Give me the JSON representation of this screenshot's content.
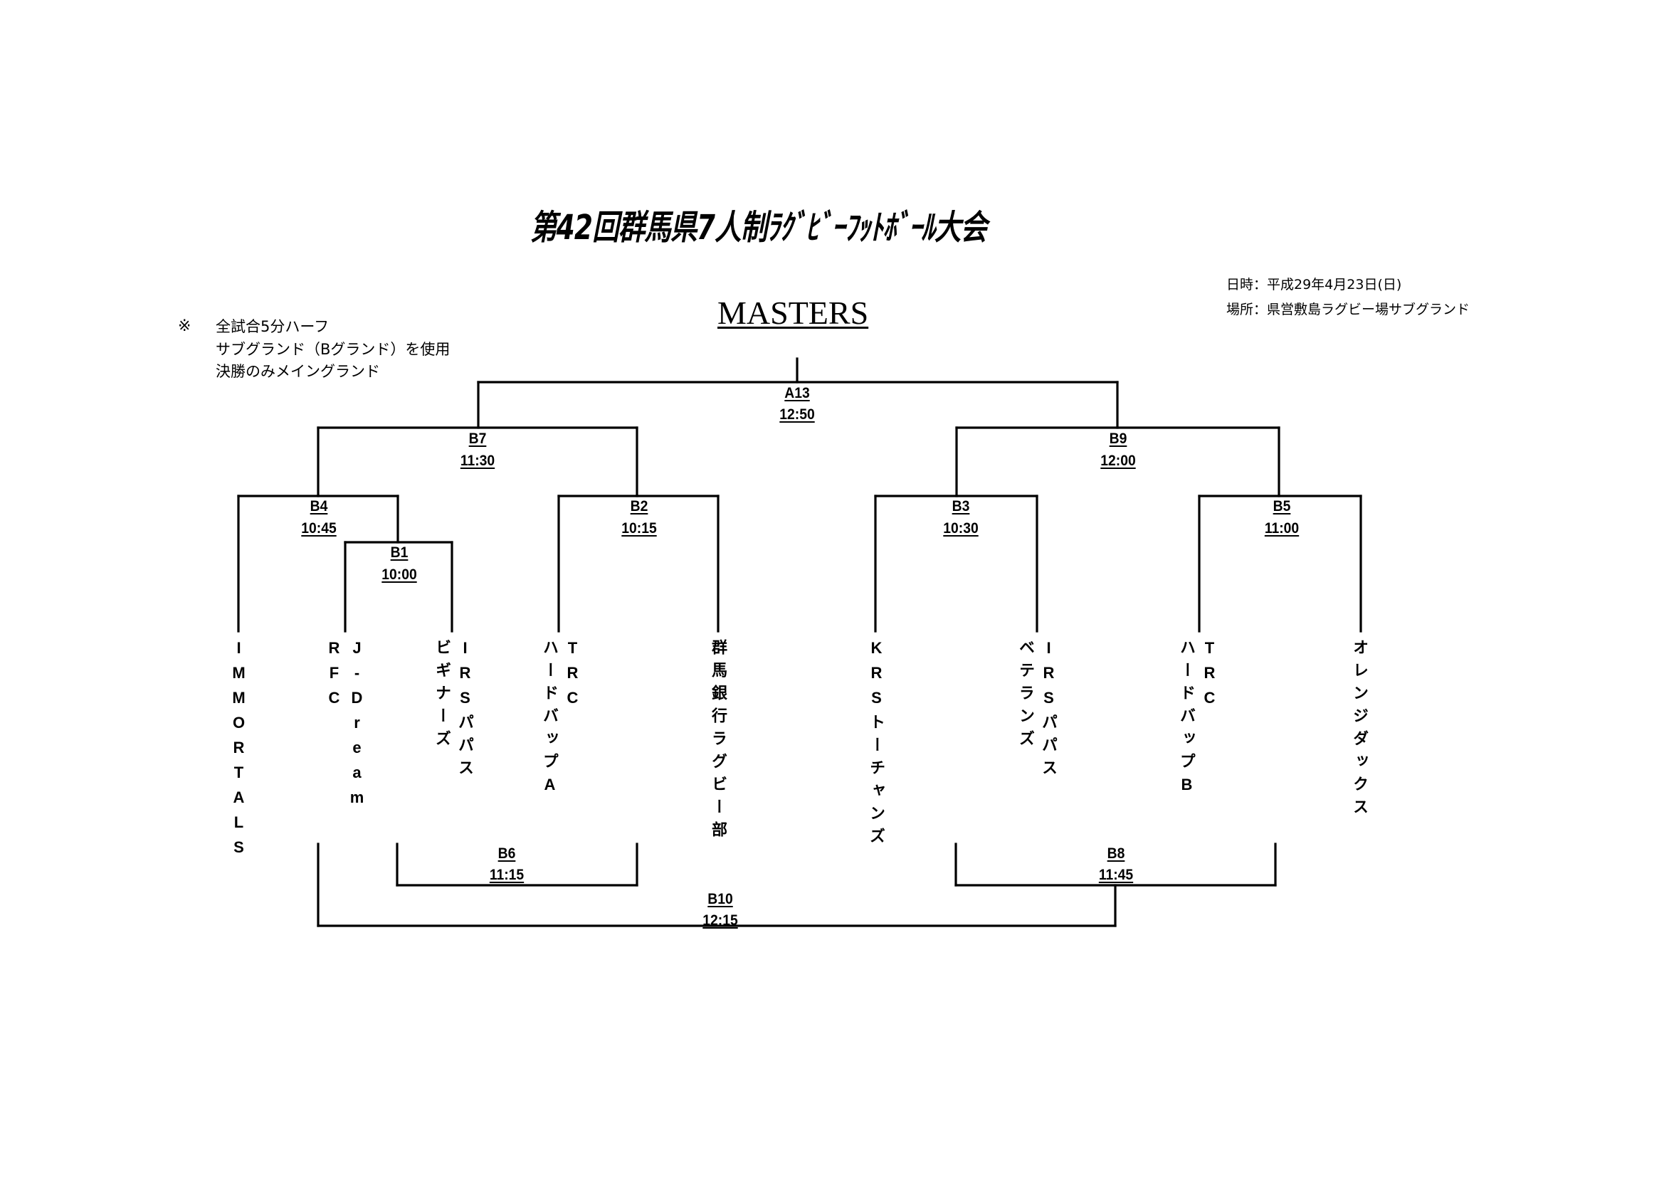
{
  "title": "第42回群馬県7人制ﾗｸﾞﾋﾞｰﾌｯﾄﾎﾞｰﾙ大会",
  "category": "MASTERS",
  "info": {
    "date": "日時：平成29年4月23日(日)",
    "venue": "場所：県営敷島ラグビー場サブグランド"
  },
  "notes": {
    "mark": "※",
    "lines": [
      "全試合5分ハーフ",
      "サブグランド（Bグランド）を使用",
      "決勝のみメイングランド"
    ]
  },
  "matches": {
    "A13": {
      "id": "A13",
      "time": "12:50"
    },
    "B7": {
      "id": "B7",
      "time": "11:30"
    },
    "B9": {
      "id": "B9",
      "time": "12:00"
    },
    "B4": {
      "id": "B4",
      "time": "10:45"
    },
    "B1": {
      "id": "B1",
      "time": "10:00"
    },
    "B2": {
      "id": "B2",
      "time": "10:15"
    },
    "B3": {
      "id": "B3",
      "time": "10:30"
    },
    "B5": {
      "id": "B5",
      "time": "11:00"
    },
    "B6": {
      "id": "B6",
      "time": "11:15"
    },
    "B8": {
      "id": "B8",
      "time": "11:45"
    },
    "B10": {
      "id": "B10",
      "time": "12:15"
    }
  },
  "teams": [
    {
      "lines": [
        "IMMORTALS"
      ]
    },
    {
      "lines": [
        "J-Dream",
        "RFC"
      ]
    },
    {
      "lines": [
        "IRSパパス",
        "ビギナーズ"
      ]
    },
    {
      "lines": [
        "TRC",
        "ハードバップA"
      ]
    },
    {
      "lines": [
        "群馬銀行ラグビー部"
      ]
    },
    {
      "lines": [
        "KRSトーチャンズ"
      ]
    },
    {
      "lines": [
        "IRSパパス",
        "ベテランズ"
      ]
    },
    {
      "lines": [
        "TRC",
        "ハードバップB"
      ]
    },
    {
      "lines": [
        "オレンジダックス"
      ]
    }
  ]
}
